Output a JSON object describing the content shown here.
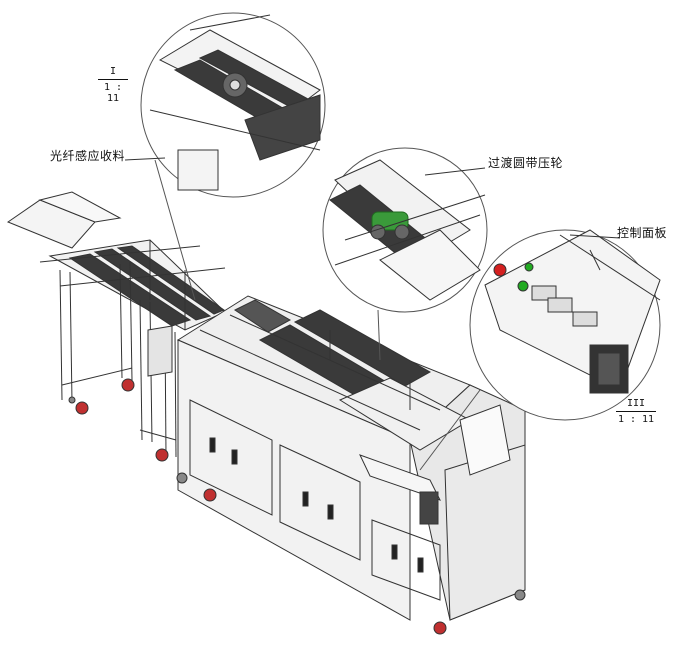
{
  "labels": {
    "fiber_sensing": "光纤感应收料",
    "transition_belt": "过渡圆带压轮",
    "control_panel": "控制面板"
  },
  "details": [
    {
      "numeral": "I",
      "scale": "1 : 11"
    },
    {
      "numeral": "III",
      "scale": "1 : 11"
    }
  ],
  "colors": {
    "line": "#333333",
    "belt": "#3a3a3a",
    "panel_gray": "#dcdcdc",
    "guide_green": "#3a9a3a",
    "button_red": "#d42020",
    "button_green": "#22aa22"
  }
}
